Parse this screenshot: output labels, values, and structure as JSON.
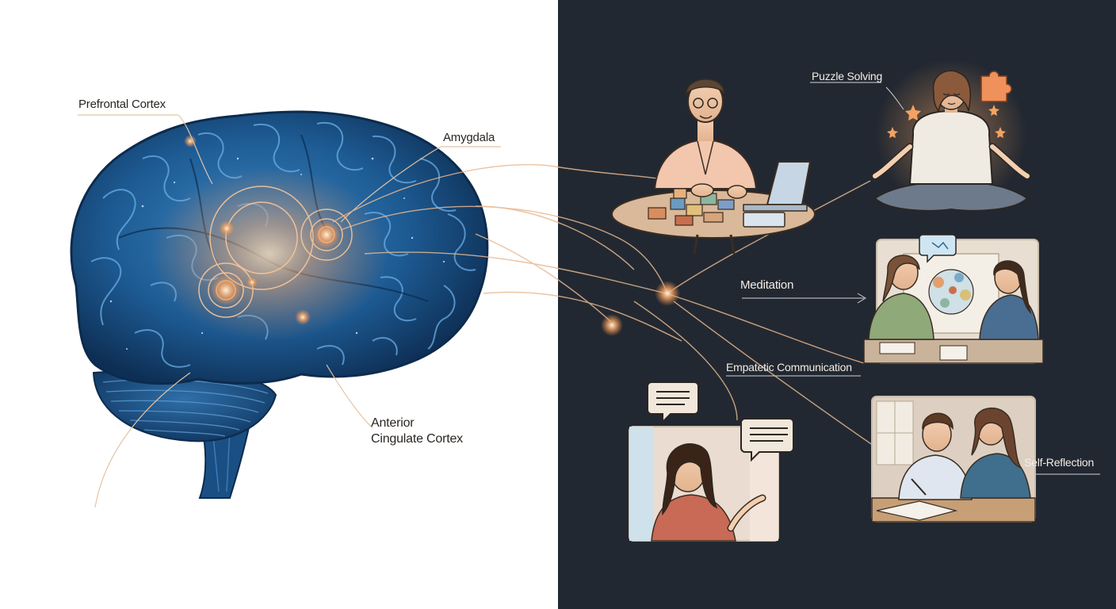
{
  "brain_labels": {
    "prefrontal_cortex": "Prefrontal Cortex",
    "amygdala": "Amygdala",
    "anterior": "Anterior",
    "cingulate_cortex": "Cingulate Cortex"
  },
  "activity_labels": {
    "puzzle_solving": "Puzzle Solving",
    "meditation": "Meditation",
    "empathetic_communication": "Empatetic Communication",
    "self_reflection": "Self-Reflection"
  },
  "colors": {
    "left_background": "#ffffff",
    "right_background": "#222831",
    "brain_blue": "#1f5f95",
    "glow_orange": "#f3a36a",
    "connector": "#e6b890"
  }
}
